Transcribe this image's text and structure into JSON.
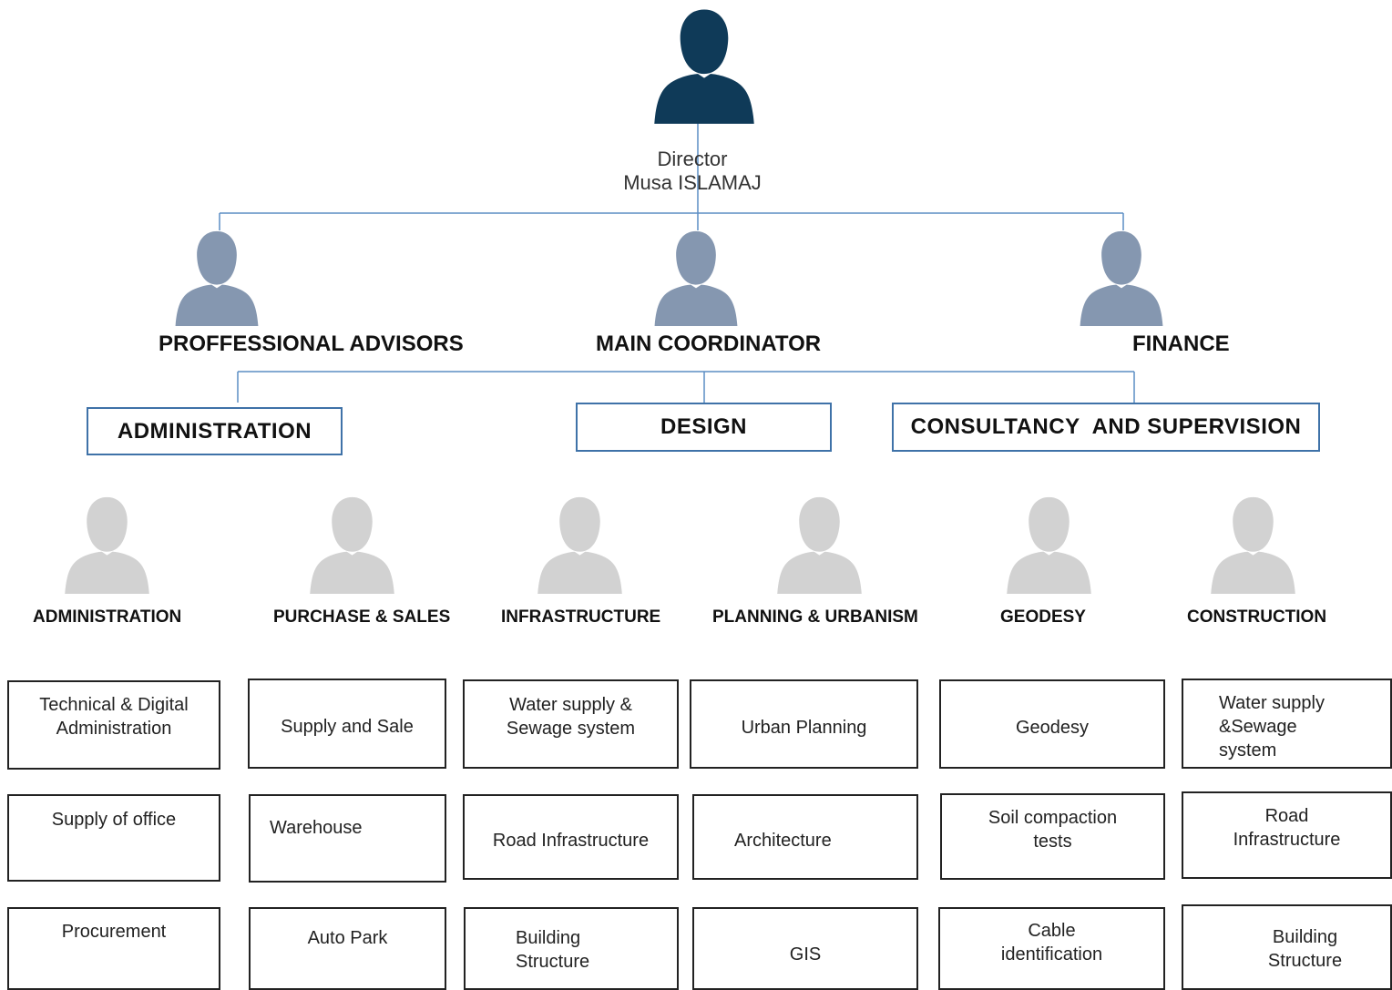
{
  "director": {
    "title": "Director",
    "name": "Musa ISLAMAJ",
    "icon": "person-icon",
    "color": "#0f3a58"
  },
  "level2": {
    "color": "#8597b0",
    "roles": [
      "PROFFESSIONAL ADVISORS",
      "MAIN COORDINATOR",
      "FINANCE"
    ]
  },
  "departments": [
    "ADMINISTRATION",
    "DESIGN",
    "CONSULTANCY  AND SUPERVISION"
  ],
  "connector_color": "#5b8dc4",
  "units": {
    "color": "#d2d2d2",
    "labels": [
      "ADMINISTRATION",
      "PURCHASE & SALES",
      "INFRASTRUCTURE",
      "PLANNING & URBANISM",
      "GEODESY",
      "CONSTRUCTION"
    ]
  },
  "boxes": {
    "administration": [
      "Technical & Digital\nAdministration",
      "Supply of office",
      "Procurement"
    ],
    "purchase_sales": [
      "Supply and Sale",
      "Warehouse",
      "Auto Park"
    ],
    "infrastructure": [
      "Water supply &\nSewage system",
      "Road Infrastructure",
      "Building\nStructure"
    ],
    "planning_urbanism": [
      "Urban Planning",
      "Architecture",
      "GIS"
    ],
    "geodesy": [
      "Geodesy",
      "Soil compaction\ntests",
      "Cable\nidentification"
    ],
    "construction": [
      "Water supply\n&Sewage\nsystem",
      "Road\nInfrastructure",
      "Building\nStructure"
    ]
  }
}
